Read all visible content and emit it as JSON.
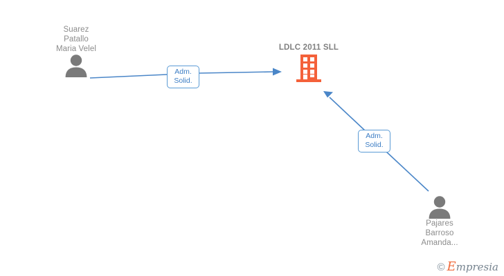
{
  "diagram": {
    "type": "org-relationship-graph",
    "background_color": "#ffffff",
    "colors": {
      "edge": "#4a86c8",
      "label_border": "#5b9bd5",
      "label_text": "#3c7dc4",
      "person_icon": "#7a7a7a",
      "company_icon": "#f4613a",
      "node_text": "#8c8c8c",
      "company_text": "#808080"
    },
    "company": {
      "name": "LDLC 2011 SLL",
      "icon": "company-building-icon"
    },
    "people": [
      {
        "id": "person-left",
        "name_lines": [
          "Suarez",
          "Patallo",
          "Maria Velel"
        ],
        "icon": "person-icon"
      },
      {
        "id": "person-bottom-right",
        "name_lines": [
          "Pajares",
          "Barroso",
          "Amanda..."
        ],
        "icon": "person-icon"
      }
    ],
    "relations": [
      {
        "id": "relation-left",
        "from": "person-left",
        "to": "company",
        "line1": "Adm.",
        "line2": "Solid."
      },
      {
        "id": "relation-bottom-right",
        "from": "person-bottom-right",
        "to": "company",
        "line1": "Adm.",
        "line2": "Solid."
      }
    ]
  },
  "watermark": {
    "copyright": "©",
    "brand_initial": "E",
    "brand_rest": "mpresia"
  }
}
